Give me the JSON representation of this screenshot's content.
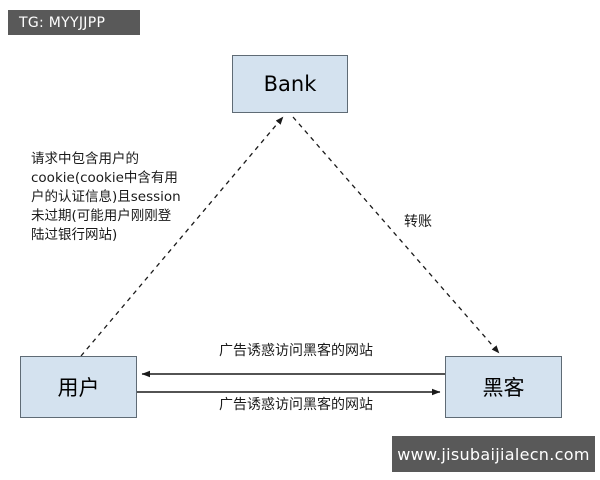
{
  "page": {
    "title": "CSRF attack flow diagram",
    "background_color": "#ffffff"
  },
  "watermarks": {
    "top_left": "TG: MYYJJPP",
    "bottom_right": "www.jisubaijialecn.com",
    "color": "#595959",
    "text_color": "#ffffff"
  },
  "nodes": {
    "bank": {
      "label": "Bank"
    },
    "user": {
      "label": "用户"
    },
    "hacker": {
      "label": "黑客"
    },
    "fill_color": "#d4e2ef",
    "border_color": "#5f6b75"
  },
  "labels": {
    "cookie_note": "请求中包含用户的cookie(cookie中含有用户的认证信息)且session未过期(可能用户刚刚登陆过银行网站)",
    "transfer": "转账",
    "ad_lure_top": "广告诱惑访问黑客的网站",
    "ad_lure_bottom": "广告诱惑访问黑客的网站"
  },
  "connections": [
    {
      "name": "user-to-bank",
      "from": "user",
      "to": "bank",
      "style": "dashed",
      "arrow": "to-bank",
      "label": "请求中包含用户的cookie(cookie中含有用户的认证信息)且session未过期(可能用户刚刚登陆过银行网站)"
    },
    {
      "name": "bank-to-hacker",
      "from": "bank",
      "to": "hacker",
      "style": "dashed",
      "arrow": "to-hacker",
      "label": "转账"
    },
    {
      "name": "hacker-to-user",
      "from": "hacker",
      "to": "user",
      "style": "solid",
      "arrow": "to-user",
      "label": "广告诱惑访问黑客的网站"
    },
    {
      "name": "user-to-hacker",
      "from": "user",
      "to": "hacker",
      "style": "solid",
      "arrow": "to-hacker",
      "label": "广告诱惑访问黑客的网站"
    }
  ]
}
